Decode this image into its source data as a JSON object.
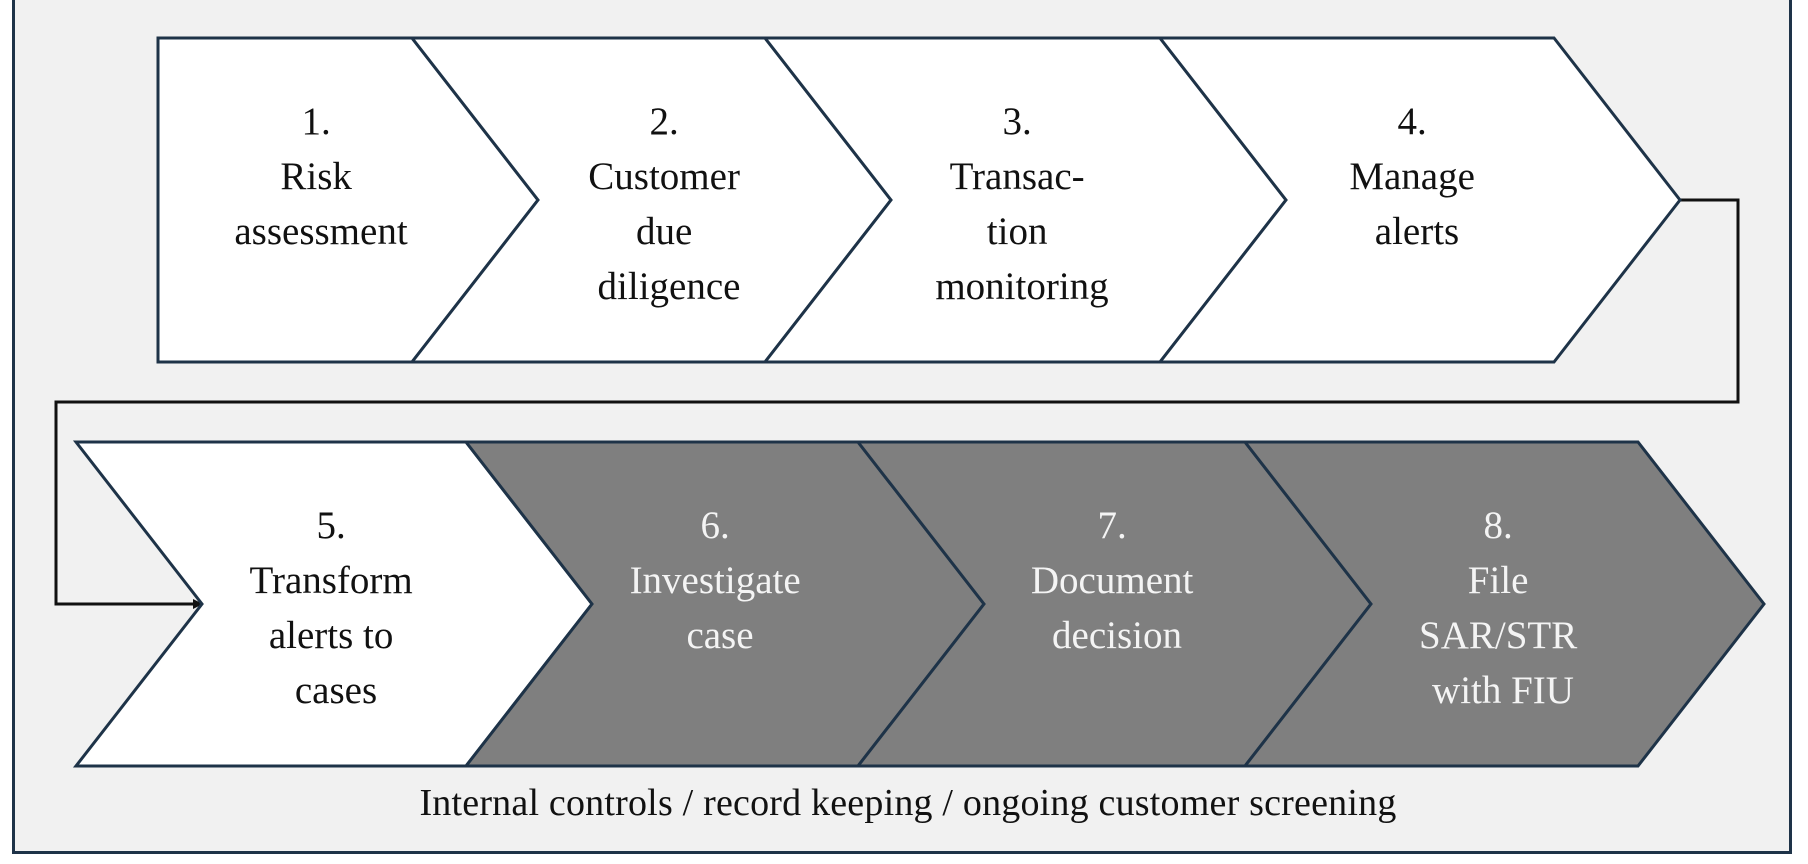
{
  "steps": [
    {
      "lines": [
        "1.",
        "Risk",
        "assessment"
      ],
      "fill": "#ffffff",
      "text_color": "#111111"
    },
    {
      "lines": [
        "2.",
        "Customer",
        "due",
        "diligence"
      ],
      "fill": "#ffffff",
      "text_color": "#111111"
    },
    {
      "lines": [
        "3.",
        "Transac-",
        "tion",
        "monitoring"
      ],
      "fill": "#ffffff",
      "text_color": "#111111"
    },
    {
      "lines": [
        "4.",
        "Manage",
        "alerts"
      ],
      "fill": "#ffffff",
      "text_color": "#111111"
    },
    {
      "lines": [
        "5.",
        "Transform",
        "alerts to",
        "cases"
      ],
      "fill": "#ffffff",
      "text_color": "#111111"
    },
    {
      "lines": [
        "6.",
        "Investigate",
        "case"
      ],
      "fill": "#7f7f7f",
      "text_color": "#f4f4f4"
    },
    {
      "lines": [
        "7.",
        "Document",
        "decision"
      ],
      "fill": "#7f7f7f",
      "text_color": "#f4f4f4"
    },
    {
      "lines": [
        "8.",
        "File",
        "SAR/STR",
        "with FIU"
      ],
      "fill": "#7f7f7f",
      "text_color": "#f4f4f4"
    }
  ],
  "footer": "Internal controls / record keeping / ongoing customer screening",
  "colors": {
    "outline": "#1e3348",
    "background": "#f1f1f1",
    "gray_step": "#7f7f7f",
    "connector": "#111111"
  }
}
